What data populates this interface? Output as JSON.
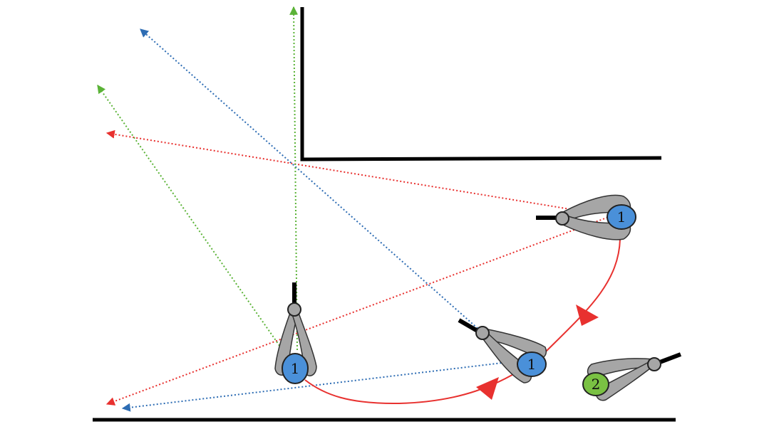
{
  "colors": {
    "wall": "#000000",
    "link": "#a6a6a6",
    "agent_1": "#4a90d9",
    "agent_2": "#7ac143",
    "ray_red": "#e8312f",
    "ray_blue": "#2e6db4",
    "ray_green": "#5bb337",
    "path": "#e8312f"
  },
  "agents": [
    {
      "label": "1",
      "color_key": "agent_1"
    },
    {
      "label": "1",
      "color_key": "agent_1"
    },
    {
      "label": "1",
      "color_key": "agent_1"
    },
    {
      "label": "2",
      "color_key": "agent_2"
    }
  ],
  "icons": [
    "arrowhead-icon",
    "gripper-icon"
  ]
}
